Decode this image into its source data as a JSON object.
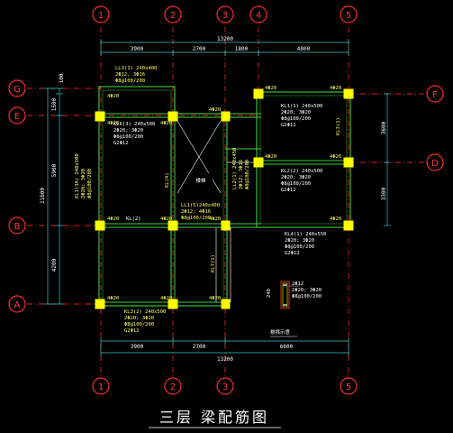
{
  "axes_top": [
    "1",
    "2",
    "3",
    "4",
    "5"
  ],
  "axes_bottom": [
    "1",
    "2",
    "3",
    "5"
  ],
  "axes_left": [
    "G",
    "E",
    "B",
    "A"
  ],
  "axes_right": [
    "F",
    "D"
  ],
  "dims_top_segments": [
    "3900",
    "2700",
    "1800",
    "4800"
  ],
  "dims_top_total": "13200",
  "dims_bottom_segments": [
    "3900",
    "2700",
    "6600"
  ],
  "dims_bottom_total": "13200",
  "dims_left_segments": [
    "100",
    "1500",
    "5900",
    "4200"
  ],
  "dims_left_total": "11600",
  "dims_right_segments": [
    "3600",
    "3300"
  ],
  "column_tag": "4Φ20",
  "beam_labels": {
    "l1": "LL3(1) 240x400",
    "l1_a": "2Φ12, 3Φ16",
    "l1_b": "Φ8@100/200",
    "kl6": "KL6(3) 240x500",
    "kl6_a": "2Φ20; 3Φ20",
    "kl6_b": "Φ8@100/200",
    "kl6_c": "G2Φ12",
    "kl1": "KL1(1) 240x500",
    "kl1_a": "2Φ20; 3Φ20",
    "kl1_b": "Φ8@100/200",
    "kl1_c": "G2Φ12",
    "kl2": "KL2(2) 240x500",
    "kl2_a": "2Φ20; 3Φ20",
    "kl2_b": "Φ8@100/200",
    "kl2_c": "G2Φ12",
    "kl3": "KL3(2) 240x500",
    "kl3_a": "2Φ20; 3Φ20",
    "kl3_b": "Φ8@100/200",
    "kl3_c": "G2Φ12",
    "kl4": "KL4(1) 240x550",
    "kl4_a": "2Φ20; 3Φ20",
    "kl4_b": "Φ8@100/200",
    "kl4_c": "G2Φ12",
    "ll1": "LL1(5)240x400",
    "ll1_a": "2Φ12; 4Φ16",
    "ll1_b": "Φ8@100/200",
    "ll2": "LL2(1) 240x450",
    "ll2_a": "2Φ12; 3Φ16",
    "ll2_b": "Φ8@100/200",
    "kl1a": "KL1(3A) 240x500",
    "kl1a_a": "2Φ20; 3Φ20",
    "kl1a_b": "Φ8@100/200",
    "kl2v": "KL(2)",
    "kl3v": "KL3(1)",
    "kl4v": "KL(4)",
    "kl2b": "KL(2)",
    "kl7": "KL7(1)",
    "stair": "楼梯"
  },
  "section_detail": {
    "label": "悬挑示意",
    "line1": "2Φ12",
    "line2": "2Φ20; 3Φ20",
    "line3": "Φ8@100/200",
    "side": "240"
  },
  "title": "三层  梁配筋图",
  "colors": {
    "axis": "#ff2a2a",
    "beam": "#3fd03f",
    "column": "#ffff00",
    "dimension": "#39c6c6",
    "text": "#ffffff",
    "background": "#000000"
  }
}
